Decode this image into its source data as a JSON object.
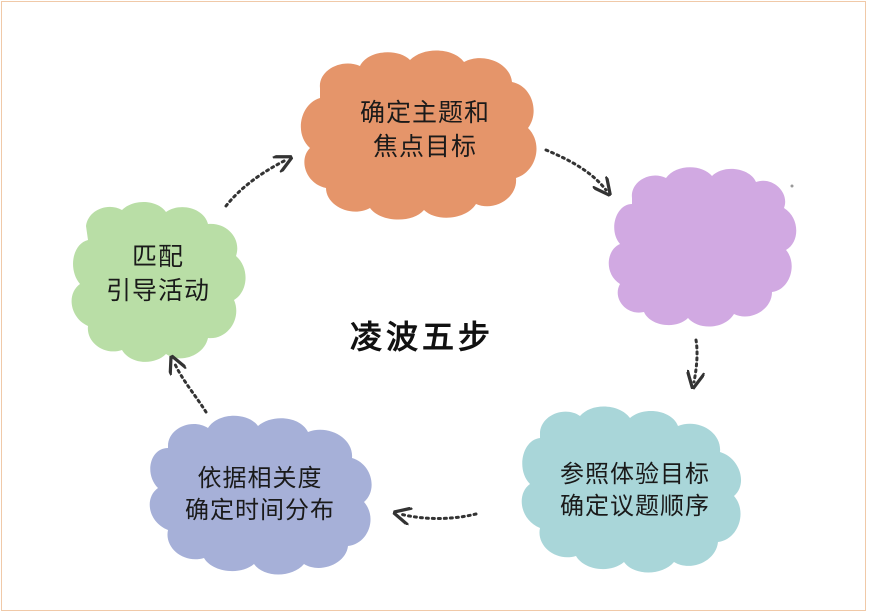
{
  "title": "凌波五步",
  "steps": [
    {
      "lines": [
        "确定主题和",
        "焦点目标"
      ],
      "color": "#e5956a"
    },
    {
      "lines": [],
      "color": "#d1a9e2"
    },
    {
      "lines": [
        "参照体验目标",
        "确定议题顺序"
      ],
      "color": "#a9d6d9"
    },
    {
      "lines": [
        "依据相关度",
        "确定时间分布"
      ],
      "color": "#a6b0d8"
    },
    {
      "lines": [
        "匹配",
        "引导活动"
      ],
      "color": "#b9dea6"
    }
  ],
  "frame_color": "#f0c9a8",
  "arrow_color": "#333333"
}
